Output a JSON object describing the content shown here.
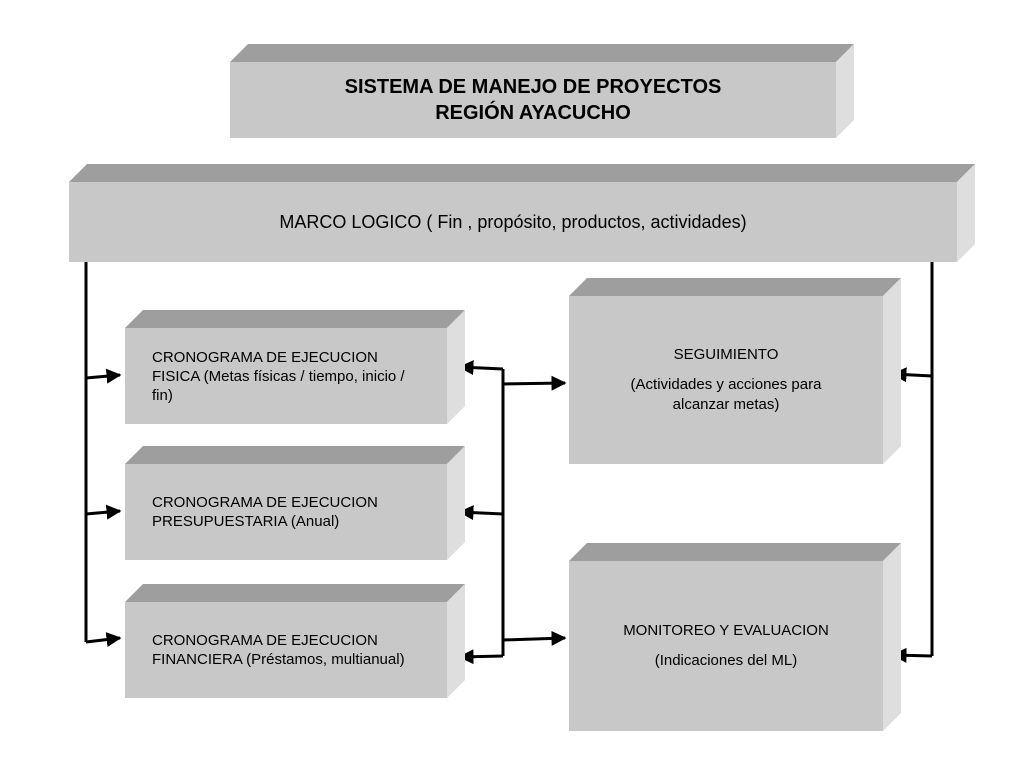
{
  "title": {
    "line1": "SISTEMA DE MANEJO DE PROYECTOS",
    "line2": "REGIÓN AYACUCHO"
  },
  "marco_logico": {
    "label": "MARCO LOGICO ( Fin , propósito, productos, actividades)"
  },
  "cronograma_fisica": {
    "label": "CRONOGRAMA DE EJECUCION FISICA (Metas físicas / tiempo, inicio / fin)"
  },
  "cronograma_presupuestaria": {
    "label": "CRONOGRAMA DE EJECUCION PRESUPUESTARIA (Anual)"
  },
  "cronograma_financiera": {
    "label": "CRONOGRAMA DE EJECUCION FINANCIERA (Préstamos, multianual)"
  },
  "seguimiento": {
    "heading": "SEGUIMIENTO",
    "detail": "(Actividades y acciones para alcanzar metas)"
  },
  "monitoreo": {
    "heading": "MONITOREO Y EVALUACION",
    "detail": "(Indicaciones del ML)"
  },
  "colors": {
    "box_face": "#c8c8c8",
    "box_top": "#9e9e9e",
    "box_side": "#dedede",
    "line": "#000000"
  }
}
